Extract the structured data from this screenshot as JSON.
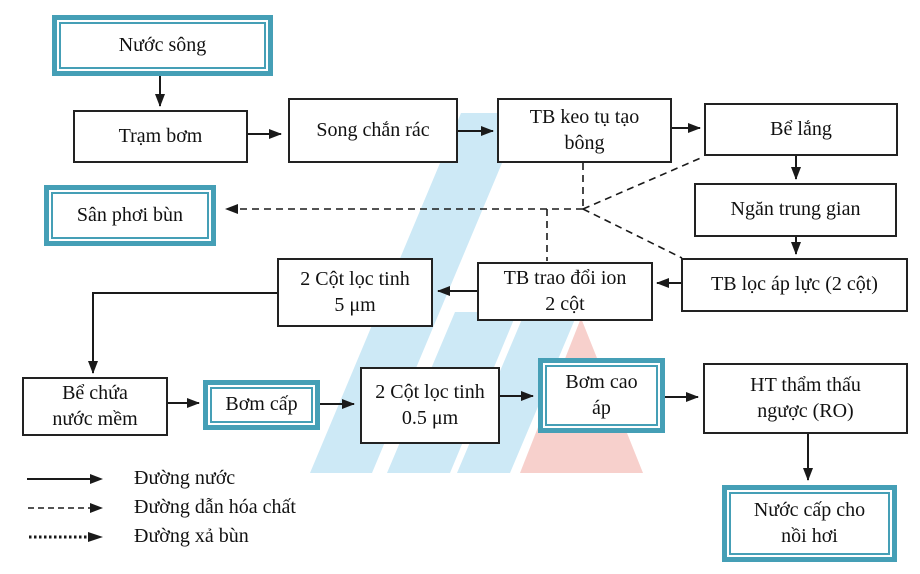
{
  "diagram": {
    "description": "Water treatment process flowchart (Vietnamese)",
    "nodes": [
      {
        "id": "nuoc-song",
        "label": "Nước sông",
        "style": "teal"
      },
      {
        "id": "tram-bom",
        "label": "Trạm bơm",
        "style": "plain"
      },
      {
        "id": "song-chan-rac",
        "label": "Song chắn rác",
        "style": "plain"
      },
      {
        "id": "tb-keo-tu-tao-bong",
        "label": "TB keo tụ tạo\nbông",
        "style": "plain"
      },
      {
        "id": "be-lang",
        "label": "Bể lắng",
        "style": "plain"
      },
      {
        "id": "ngan-trung-gian",
        "label": "Ngăn trung gian",
        "style": "plain"
      },
      {
        "id": "tb-loc-ap-luc",
        "label": "TB lọc áp lực (2 cột)",
        "style": "plain"
      },
      {
        "id": "tb-trao-doi-ion",
        "label": "TB trao đổi ion\n2 cột",
        "style": "plain"
      },
      {
        "id": "cot-loc-tinh-5um",
        "label": "2 Cột lọc tinh\n5 μm",
        "style": "plain"
      },
      {
        "id": "san-phoi-bun",
        "label": "Sân phơi bùn",
        "style": "teal"
      },
      {
        "id": "be-chua-nuoc-mem",
        "label": "Bể chứa\nnước mềm",
        "style": "plain"
      },
      {
        "id": "bom-cap",
        "label": "Bơm cấp",
        "style": "teal"
      },
      {
        "id": "cot-loc-tinh-05um",
        "label": "2 Cột lọc tinh\n0.5 μm",
        "style": "plain"
      },
      {
        "id": "bom-cao-ap",
        "label": "Bơm cao\náp",
        "style": "teal"
      },
      {
        "id": "ht-tham-thau-nguoc",
        "label": "HT thẩm thấu\nngược (RO)",
        "style": "plain"
      },
      {
        "id": "nuoc-cap-noi-hoi",
        "label": "Nước cấp cho\nnồi hơi",
        "style": "teal"
      }
    ],
    "legend": {
      "items": [
        {
          "line_style": "solid",
          "label": "Đường nước"
        },
        {
          "line_style": "dashed",
          "label": "Đường dẫn hóa chất"
        },
        {
          "line_style": "dotted",
          "label": "Đường xả bùn"
        }
      ]
    },
    "colors": {
      "teal_border": "#459fb6",
      "box_border": "#222222",
      "line": "#1a1a1a",
      "text": "#111111",
      "watermark_blue": "#cde9f6",
      "watermark_pink": "#f6ccc8",
      "background": "#ffffff"
    }
  }
}
